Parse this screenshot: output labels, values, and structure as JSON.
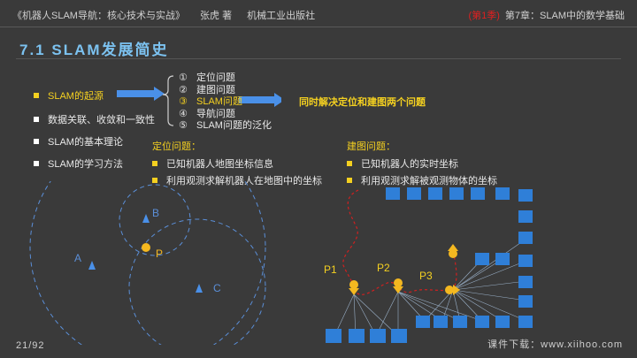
{
  "header": {
    "book_title": "《机器人SLAM导航：核心技术与实战》",
    "author": "张虎 著",
    "publisher": "机械工业出版社",
    "season": "(第1季)",
    "chapter": "第7章：SLAM中的数学基础"
  },
  "section_title": "7.1 SLAM发展简史",
  "bullets": [
    "SLAM的起源",
    "数据关联、收敛和一致性",
    "SLAM的基本理论",
    "SLAM的学习方法"
  ],
  "sub_items": [
    {
      "num": "①",
      "label": "定位问题"
    },
    {
      "num": "②",
      "label": "建图问题"
    },
    {
      "num": "③",
      "label": "SLAM问题"
    },
    {
      "num": "④",
      "label": "导航问题"
    },
    {
      "num": "⑤",
      "label": "SLAM问题的泛化"
    }
  ],
  "conclusion": "同时解决定位和建图两个问题",
  "localization": {
    "heading": "定位问题：",
    "items": [
      "已知机器人地图坐标信息",
      "利用观测求解机器人在地图中的坐标"
    ]
  },
  "mapping": {
    "heading": "建图问题：",
    "items": [
      "已知机器人的实时坐标",
      "利用观测求解被观测物体的坐标"
    ]
  },
  "diagram_left": {
    "labels": {
      "a": "A",
      "b": "B",
      "c": "C",
      "p": "P"
    },
    "colors": {
      "circle": "#5b8fd8",
      "landmark": "#4a90e8",
      "point": "#f4b820"
    }
  },
  "diagram_right": {
    "labels": [
      "P1",
      "P2",
      "P3"
    ],
    "colors": {
      "box": "#2f7fd8",
      "path": "#d02020",
      "robot": "#f4b820",
      "label": "#f4d020"
    }
  },
  "footer": {
    "page": "21/92",
    "download": "课件下载：www.xiihoo.com"
  }
}
